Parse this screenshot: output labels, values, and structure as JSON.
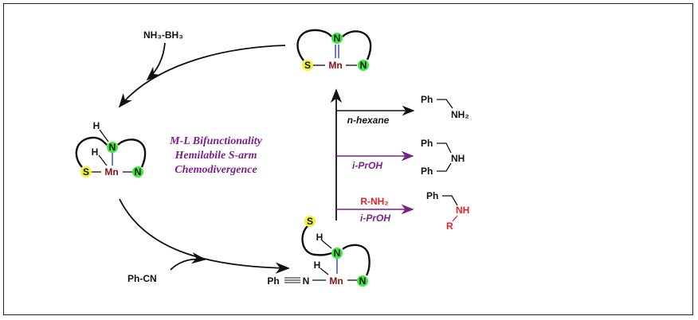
{
  "reagents": {
    "ammonia_borane": "NH₃-BH₃",
    "benzonitrile": "Ph-CN"
  },
  "atoms": {
    "N": "N",
    "S": "S",
    "Mn": "Mn",
    "H": "H",
    "Ph": "Ph"
  },
  "motto": [
    "M-L Bifunctionality",
    "Hemilabile S-arm",
    "Chemodivergence"
  ],
  "conditions": {
    "hexane": "n-hexane",
    "ipr1": "i-PrOH",
    "amine": "R-NH₂",
    "ipr2": "i-PrOH"
  },
  "products": {
    "p1_ph": "Ph",
    "p1_nh2": "NH₂",
    "p2_ph1": "Ph",
    "p2_nh": "NH",
    "p2_ph2": "Ph",
    "p3_ph": "Ph",
    "p3_nh": "NH",
    "p3_r": "R"
  },
  "colors": {
    "N_ring": "#3ee63e",
    "S_ring": "#f2f23a",
    "purple": "#7b1f8a",
    "red": "#e8202a",
    "mn": "#8b1010",
    "bond_blue": "#2233cc"
  }
}
